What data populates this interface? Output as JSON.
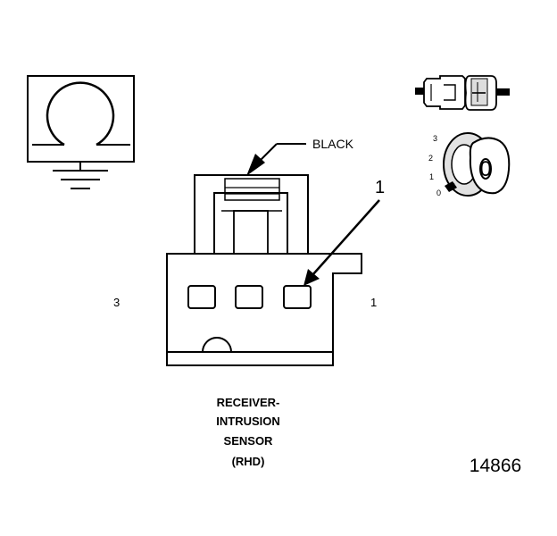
{
  "wire_color_label": "BLACK",
  "callout_number": "1",
  "pin_label_left": "3",
  "pin_label_right": "1",
  "component_name_lines": [
    "RECEIVER-",
    "INTRUSION",
    "SENSOR",
    "(RHD)"
  ],
  "figure_number": "14866",
  "key_position_labels": [
    "3",
    "2",
    "1",
    "0"
  ],
  "key_face_glyph": "0",
  "icons": [
    "ground-symbol-icon",
    "connector-halves-icon",
    "ignition-key-icon"
  ]
}
